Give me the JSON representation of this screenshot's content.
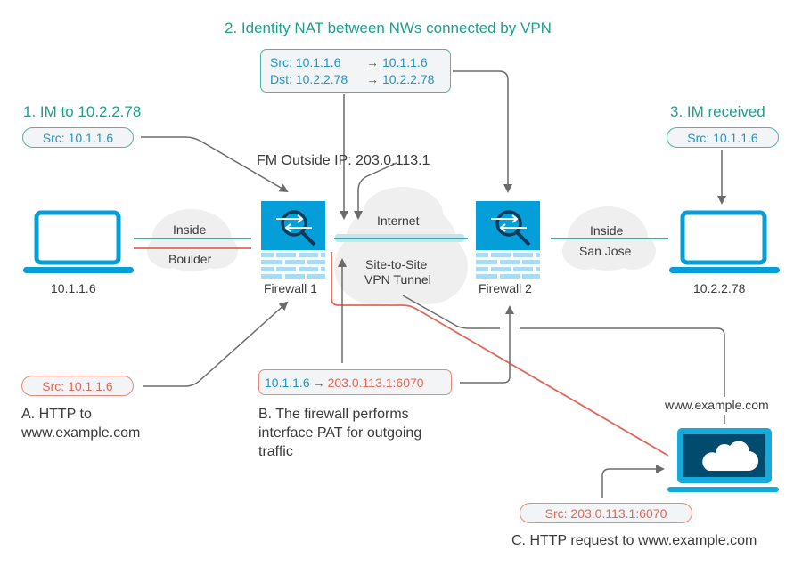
{
  "titles": {
    "step1": "1. IM to 10.2.2.78",
    "step2": "2. Identity NAT between NWs connected by VPN",
    "step3": "3. IM received",
    "stepA_line1": "A. HTTP to",
    "stepA_line2": "www.example.com",
    "stepB_line1": "B. The firewall performs",
    "stepB_line2": "interface PAT for outgoing",
    "stepB_line3": "traffic",
    "stepC": "C. HTTP request to www.example.com"
  },
  "labels": {
    "step1_src": "Src: 10.1.1.6",
    "step3_src": "Src: 10.1.1.6",
    "stepA_src": "Src: 10.1.1.6",
    "stepC_src": "Src: 203.0.113.1:6070",
    "nat_src_label": "Src: 10.1.1.6",
    "nat_src_to": "10.1.1.6",
    "nat_dst_label": "Dst: 10.2.2.78",
    "nat_dst_to": "10.2.2.78",
    "pat_from": "10.1.1.6",
    "pat_to": "203.0.113.1:6070",
    "arrow": "→",
    "fm_outside_ip": "FM Outside IP: 203.0.113.1"
  },
  "nodes": {
    "host_left": "10.1.1.6",
    "host_right": "10.2.2.78",
    "firewall1": "Firewall 1",
    "firewall2": "Firewall 2",
    "web_server": "www.example.com",
    "cloud_boulder_top": "Inside",
    "cloud_boulder_bottom": "Boulder",
    "cloud_sanjose_top": "Inside",
    "cloud_sanjose_bottom": "San Jose",
    "cloud_internet_top": "Internet",
    "cloud_internet_bottom1": "Site-to-Site",
    "cloud_internet_bottom2": "VPN Tunnel"
  },
  "colors": {
    "teal": "#1f9e8c",
    "blue": "#1e95c9",
    "red": "#e0675a",
    "firewall_blue": "#049fd9",
    "brick": "#a9dcf2",
    "connector": "#6b6b6b",
    "cloud": "#efefef"
  }
}
